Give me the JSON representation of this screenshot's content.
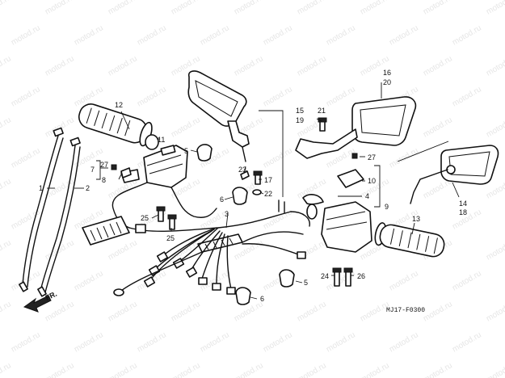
{
  "watermark": "motod.ru",
  "drawing_code": "MJ17-F0300",
  "direction_label": "FR.",
  "callouts": {
    "c1": "1",
    "c2": "2",
    "c3": "3",
    "c4": "4",
    "c5a": "5",
    "c5b": "5",
    "c6a": "6",
    "c6b": "6",
    "c7": "7",
    "c8": "8",
    "c9": "9",
    "c10": "10",
    "c11": "11",
    "c12": "12",
    "c13": "13",
    "c14": "14",
    "c15": "15",
    "c16": "16",
    "c17": "17",
    "c18": "18",
    "c19": "19",
    "c20": "20",
    "c21": "21",
    "c22": "22",
    "c23": "23",
    "c24": "24",
    "c25a": "25",
    "c25b": "25",
    "c26": "26",
    "c27a": "27",
    "c27b": "27"
  },
  "parts": {
    "grip_left": "grip-icon",
    "grip_right": "grip-icon",
    "mirror_left": "mirror-icon",
    "mirror_right": "mirror-icon",
    "switch_left": "switch-housing-icon",
    "switch_right": "switch-housing-icon",
    "cable": "cable-icon",
    "harness": "wire-harness-icon"
  }
}
